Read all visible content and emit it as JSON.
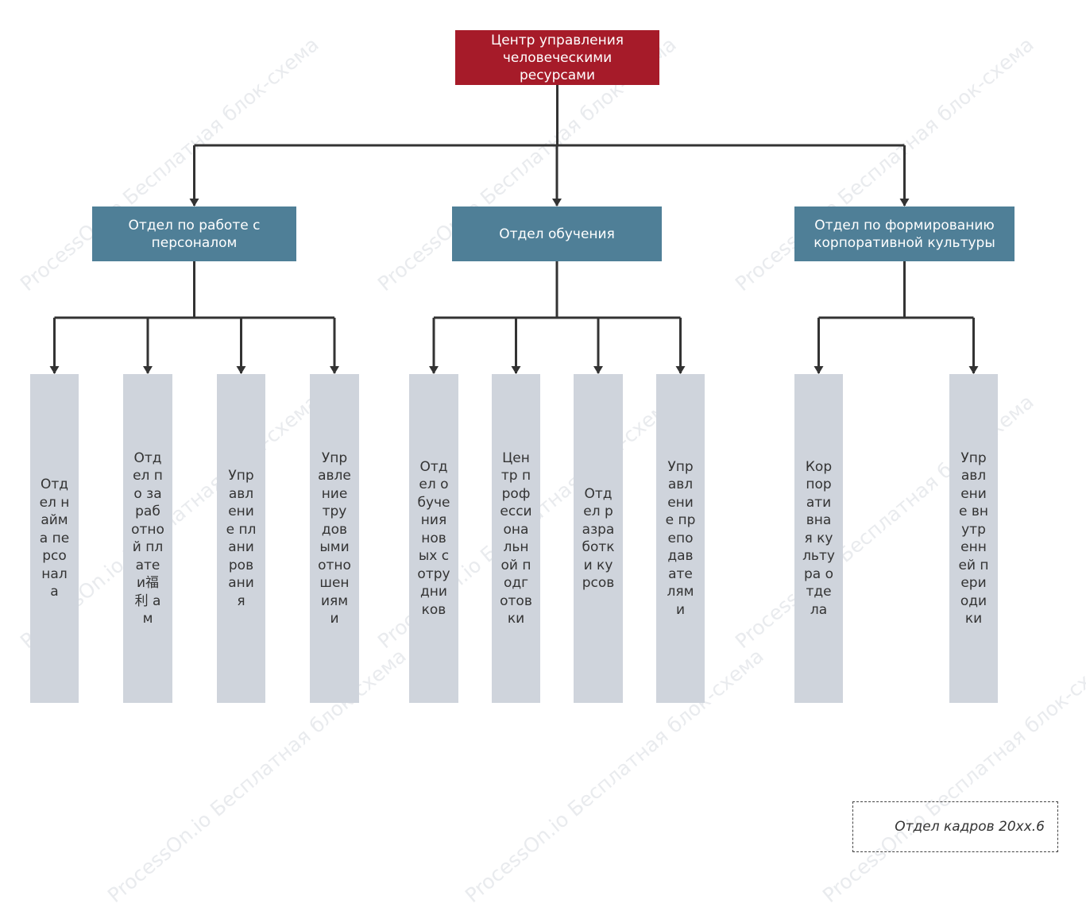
{
  "root": {
    "label": "Центр управления человеческими ресурсами"
  },
  "departments": [
    {
      "label": "Отдел по работе с персоналом",
      "units": [
        {
          "label": "Отдел найма персонала"
        },
        {
          "label": "Отдел по заработной плате и福利 ам"
        },
        {
          "label": "Управление планирования"
        },
        {
          "label": "Управление трудовыми отношениями"
        }
      ]
    },
    {
      "label": "Отдел обучения",
      "units": [
        {
          "label": "Отдел обучения новых сотрудников"
        },
        {
          "label": "Центр профессиональной подготовки"
        },
        {
          "label": "Отдел разработки курсов"
        },
        {
          "label": "Управление преподавателями"
        }
      ]
    },
    {
      "label": "Отдел по формированию корпоративной культуры",
      "units": [
        {
          "label": "Корпоративная культура отдела"
        },
        {
          "label": "Управление внутренней периодики"
        }
      ]
    }
  ],
  "note": {
    "label": "Отдел кадров 20xx.6"
  },
  "watermark": {
    "text": "ProcessOn.io Бесплатная блок-схема"
  },
  "colors": {
    "root": "#a61b29",
    "department": "#4f7f97",
    "unit": "#cfd4dc",
    "connector": "#333333"
  }
}
